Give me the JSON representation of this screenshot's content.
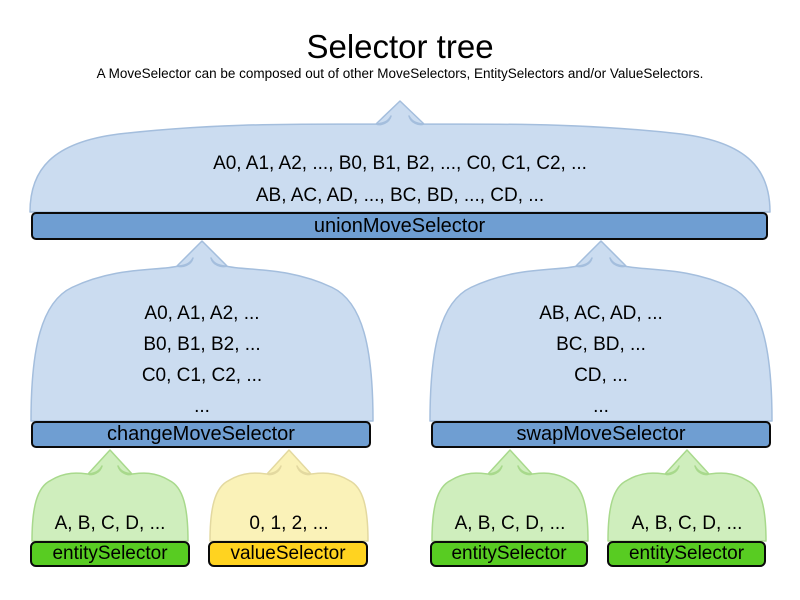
{
  "title": "Selector tree",
  "subtitle": "A MoveSelector can be composed out of other MoveSelectors, EntitySelectors and/or ValueSelectors.",
  "colors": {
    "blue_fill": "#cbdcf0",
    "blue_stroke": "#a4bedd",
    "blue_box": "#6f9ed2",
    "green_fill": "#cfeebd",
    "green_stroke": "#a8d98c",
    "green_box": "#58cc22",
    "yellow_fill": "#faf2b8",
    "yellow_stroke": "#e3d9a0",
    "yellow_box": "#ffd320",
    "box_border": "#0a0a0a",
    "text": "#000000"
  },
  "nodes": {
    "union": {
      "label": "unionMoveSelector",
      "lines": [
        "A0, A1, A2, ..., B0, B1, B2, ..., C0, C1, C2, ...",
        "AB, AC, AD, ..., BC, BD, ..., CD, ..."
      ]
    },
    "change": {
      "label": "changeMoveSelector",
      "lines": [
        "A0, A1, A2, ...",
        "B0, B1, B2, ...",
        "C0, C1, C2, ...",
        "..."
      ]
    },
    "swap": {
      "label": "swapMoveSelector",
      "lines": [
        "AB, AC, AD, ...",
        "BC, BD, ...",
        "CD, ...",
        "..."
      ]
    },
    "entity1": {
      "label": "entitySelector",
      "lines": [
        "A, B, C, D, ..."
      ]
    },
    "value1": {
      "label": "valueSelector",
      "lines": [
        "0, 1, 2, ..."
      ]
    },
    "entity2": {
      "label": "entitySelector",
      "lines": [
        "A, B, C, D, ..."
      ]
    },
    "entity3": {
      "label": "entitySelector",
      "lines": [
        "A, B, C, D, ..."
      ]
    }
  }
}
